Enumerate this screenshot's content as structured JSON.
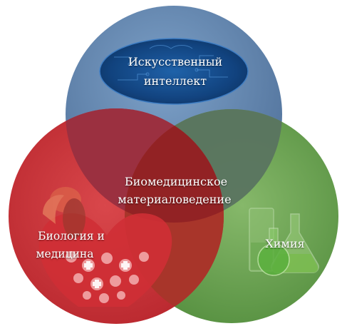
{
  "diagram": {
    "type": "venn",
    "colors": {
      "ai": "#5b7ea6",
      "chem": "#5d9446",
      "bio": "#c42a30",
      "center": "#922224"
    },
    "circles": {
      "ai": {
        "line1": "Искусственный",
        "line2": "интеллект",
        "icon": "circuit-brain-icon"
      },
      "chem": {
        "line1": "Химия",
        "icon": "lab-flasks-icon"
      },
      "bio": {
        "line1": "Биология и",
        "line2": "медицина",
        "icon": "medical-heart-icon"
      }
    },
    "center": {
      "line1": "Биомедицинское",
      "line2": "материаловедение"
    }
  }
}
